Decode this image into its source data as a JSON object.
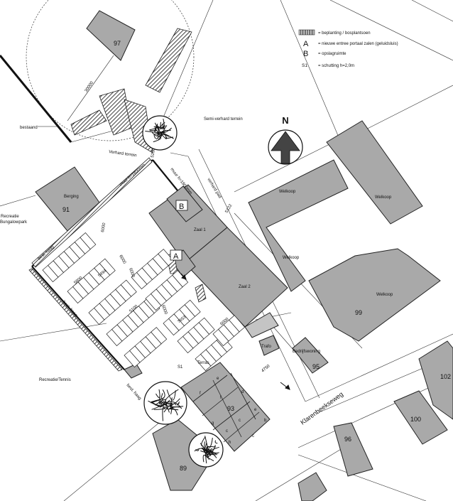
{
  "legend": {
    "hatch_text": "= beplanting / bosplantsoen",
    "a_letter": "A",
    "a_text": "= nieuwe entree portaal zalen (geluidsluis)",
    "b_letter": "B",
    "b_text": "= opslagruimte",
    "s1_code": "S1",
    "s1_text": "= schutting h=2,0m"
  },
  "north": "N",
  "labels": {
    "semi_verhard": "Semi-verhard terrein",
    "verhard": "Verhard terrein",
    "bestaand": "bestaand",
    "berging": "Berging",
    "recreatie_bungalowpark": "Recreatie\nBungalowpark",
    "recreatie_tennis": "Recreatie/Tennis",
    "zaal1": "Zaal 1",
    "zaal2": "Zaal 2",
    "welkoop": "Welkoop",
    "trafo": "Trafo",
    "bedrijfswoning": "Bedrijfswoning",
    "terras": "Terras",
    "street": "Klarenbeekseweg",
    "verhard_pad": "verhard pad",
    "muur1": "muur h=1800mm",
    "muur2": "muur h=1800mm",
    "best_haag": "best. haag",
    "s1": "S1"
  },
  "house_numbers": {
    "n97": "97",
    "n91": "91",
    "n99": "99",
    "n95": "95",
    "n93": "93",
    "n96": "96",
    "n100": "100",
    "n102": "102",
    "n89": "89"
  },
  "room_letters": [
    "B",
    "A",
    "e",
    "f",
    "d",
    "f",
    "g",
    "c",
    "e",
    "b",
    "c",
    "h",
    "c"
  ],
  "dimensions": {
    "d30000": "30000",
    "d5256": "5256",
    "d5122": "5122",
    "d6000a": "6000",
    "d6000b": "6000",
    "d5494": "5494",
    "d6000c": "6000",
    "d5800": "5800",
    "d6000d": "6000",
    "d5100": "5100",
    "d7653": "7653",
    "d6000e": "6000",
    "d4750": "4750"
  }
}
